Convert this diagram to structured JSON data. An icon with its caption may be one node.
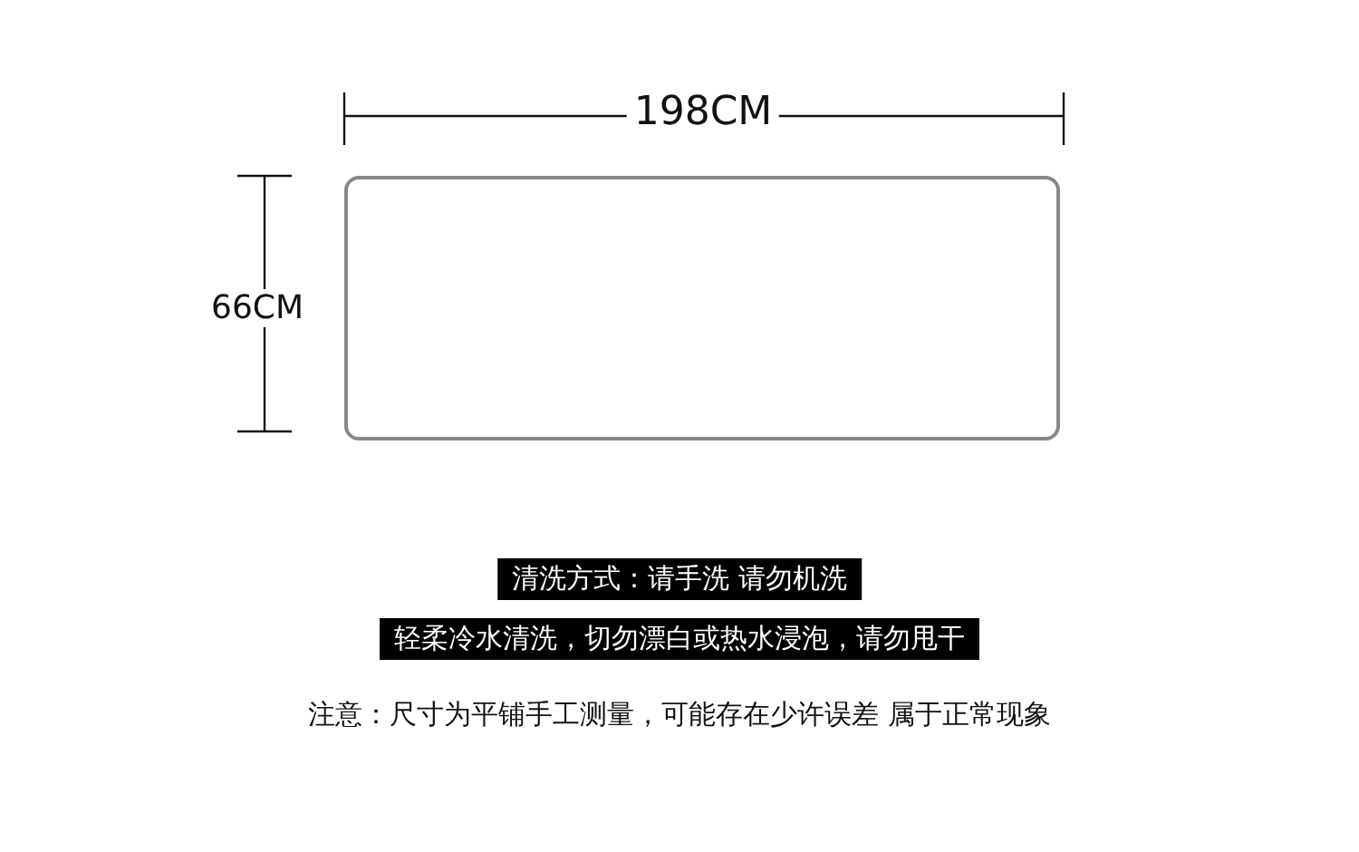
{
  "diagram": {
    "nodes": [
      {
        "text": [],
        "shape": "box"
      },
      {
        "text": [
          "清洗方式：请手洗 请勿机洗"
        ]
      },
      {
        "text": [
          "轻柔冷水清洗，切勿漂白或热水浸泡，请勿甩干"
        ]
      }
    ],
    "labels": [
      "198CM",
      "66CM",
      "注意：尺寸为平铺手工测量，可能存在少许误差 属于正常现象"
    ]
  }
}
